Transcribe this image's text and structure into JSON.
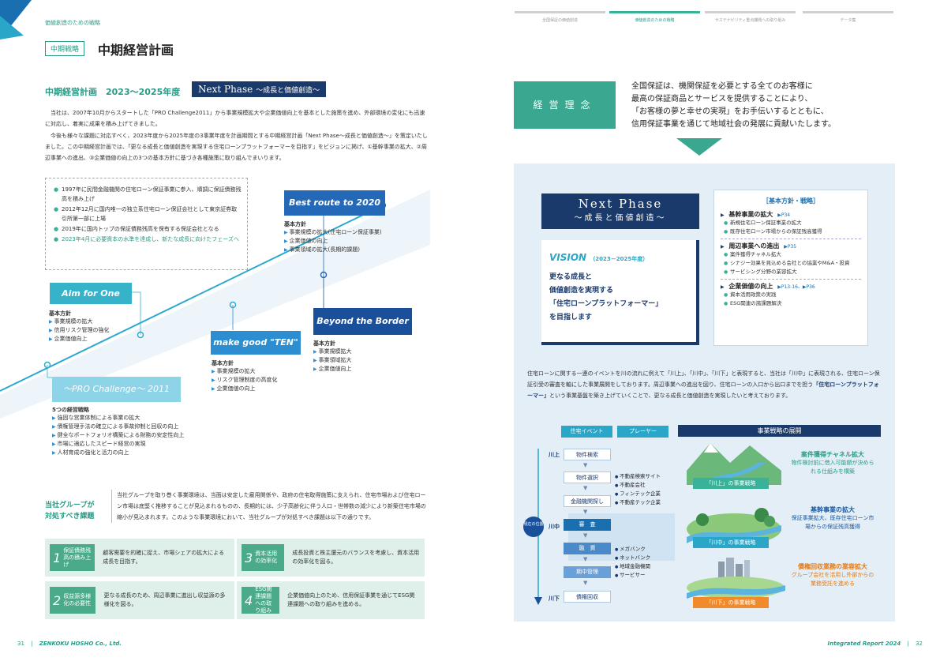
{
  "left": {
    "section_label": "価値創造のための戦略",
    "header_tag": "中期戦略",
    "header_title": "中期経営計画",
    "plan_heading": "中期経営計画　2023～2025年度",
    "next_phase_main": "Next Phase",
    "next_phase_sub": "～成長と価値創造～",
    "para1": "当社は、2007年10月からスタートした「PRO Challenge2011」から事業規模拡大や企業価値向上を基本とした施策を進め、外部環境の変化にも迅速に対応し、着実に成果を積み上げてきました。",
    "para2": "今後も様々な課題に対応すべく、2023年度から2025年度の3事業年度を計画期間とする中期経営計画「Next Phase～成長と価値創造～」を策定いたしました。この中期経営計画では、「更なる成長と価値創造を実現する住宅ローンプラットフォーマーを目指す」をビジョンに掲げ、①基幹事業の拡大、②周辺事業への進出、③企業価値の向上の3つの基本方針に基づき各種施策に取り組んでまいります。",
    "history": [
      {
        "text": "1997年に民間金融機関の住宅ローン保証事業に参入、順調に保証債務残高を積み上げ",
        "highlight": false
      },
      {
        "text": "2012年12月に国内唯一の独立系住宅ローン保証会社として東京証券取引所第一部に上場",
        "highlight": false
      },
      {
        "text": "2019年に国内トップの保証債務残高を保有する保証会社となる",
        "highlight": false
      },
      {
        "text": "2023年4月に必要資本の水準を達成し、新たな成長に向けたフェーズへ",
        "highlight": true
      }
    ],
    "phases": {
      "aim": {
        "label": "Aim for One",
        "policy_head": "基本方針",
        "items": [
          "事業規模の拡大",
          "信用リスク管理の強化",
          "企業価値向上"
        ]
      },
      "ten": {
        "label": "make good \"TEN\"",
        "policy_head": "基本方針",
        "items": [
          "事業規模の拡大",
          "リスク管理制度の高度化",
          "企業価値の向上"
        ]
      },
      "best": {
        "label": "Best route to 2020",
        "policy_head": "基本方針",
        "items": [
          "事業規模の拡大(住宅ローン保証事業)",
          "企業価値の向上",
          "事業領域の拡大(長期的課題)"
        ]
      },
      "border": {
        "label": "Beyond the Border",
        "policy_head": "基本方針",
        "items": [
          "事業規模拡大",
          "事業領域拡大",
          "企業価値向上"
        ]
      },
      "pro": {
        "label": "～PRO Challenge～ 2011",
        "policy_head": "5つの経営戦略",
        "items": [
          "強固な営業体制による事業の拡大",
          "債権管理手法の確立による事故抑制と回収の向上",
          "健全なポートフォリオ構築による財務の安定性向上",
          "市場に適応したスピード経営の実現",
          "人材育成の強化と活力の向上"
        ]
      }
    },
    "issues_heading": "当社グループが対処すべき課題",
    "issues_para": "当社グループを取り巻く事業環境は、当面は安定した雇用関係や、政府の住宅取得施策に支えられ、住宅市場および住宅ローン市場は底堅く推移することが見込まれるものの、長期的には、少子高齢化に伴う人口・世帯数の減少により新築住宅市場の縮小が見込まれます。このような事業環境において、当社グループが対処すべき課題は以下の通りです。",
    "issues": [
      {
        "num": "1",
        "name": "保証債務残高の積み上げ",
        "desc": "顧客需要を的確に捉え、市場シェアの拡大による成長を目指す。"
      },
      {
        "num": "2",
        "name": "収益源多様化の必要性",
        "desc": "更なる成長のため、周辺事業に進出し収益源の多様化を図る。"
      },
      {
        "num": "3",
        "name": "資本活用の効率化",
        "desc": "成長投資と株主還元のバランスを考慮し、資本活用の効率化を図る。"
      },
      {
        "num": "4",
        "name": "ESG関連課題への取り組み",
        "desc": "企業価値向上のため、信用保証事業を通じてESG関連課題への取り組みを進める。"
      }
    ],
    "footer_page": "31",
    "footer_brand": "ZENKOKU HOSHO Co., Ltd."
  },
  "right": {
    "tabs": [
      {
        "label": "全国保証の価値創造",
        "active": false
      },
      {
        "label": "価値創造のための戦略",
        "active": true
      },
      {
        "label": "サステナビリティ重点課題への取り組み",
        "active": false
      },
      {
        "label": "データ集",
        "active": false
      }
    ],
    "philosophy_label": "経営理念",
    "philosophy_text": [
      "全国保証は、機関保証を必要とする全てのお客様に",
      "最高の保証商品とサービスを提供することにより、",
      "「お客様の夢と幸せの実現」をお手伝いするとともに、",
      "信用保証事業を通じて地域社会の発展に貢献いたします。"
    ],
    "np_main": "Next Phase",
    "np_sub": "～成長と価値創造～",
    "vision_title": "VISION",
    "vision_years": "（2023－2025年度）",
    "vision_lines": [
      "更なる成長と",
      "価値創造を実現する",
      "「住宅ローンプラットフォーマー」",
      "を目指します"
    ],
    "strategy_title": "［基本方針・戦略］",
    "strategies": [
      {
        "head": "基幹事業の拡大",
        "ref": "▶P34",
        "items": [
          "新規住宅ローン保証事業の拡大",
          "既存住宅ローン市場からの保証残高獲得"
        ]
      },
      {
        "head": "周辺事業への進出",
        "ref": "▶P35",
        "items": [
          "案件獲得チャネル拡大",
          "シナジー効果を見込める会社との協業やM&A・投資",
          "サービシング分野の業容拡大"
        ]
      },
      {
        "head": "企業価値の向上",
        "ref": "▶P13-16、▶P36",
        "items": [
          "資本活用政策の実践",
          "ESG関連の諸課題解決"
        ]
      }
    ],
    "river_para_a": "住宅ローンに関する一連のイベントを川の流れに例えて「川上」、「川中」、「川下」と表現すると、当社は「川中」に表現される、住宅ローン保証引受の審査を軸にした事業展開をしております。周辺事業への進出を図り、住宅ローンの入口から出口までを担う",
    "river_para_hl": "「住宅ローンプラットフォーマー」",
    "river_para_b": "という事業基盤を築き上げていくことで、更なる成長と価値創造を実現したいと考えております。",
    "flow_hdr_event": "住宅イベント",
    "flow_hdr_player": "プレーヤー",
    "river_upper": "川上",
    "river_middle": "川中",
    "river_lower": "川下",
    "current_pos": "現在の位置",
    "steps": [
      "物件検索",
      "物件選択",
      "金融機関探し",
      "審　査",
      "融　資",
      "期中管理",
      "債権回収"
    ],
    "players_upper": [
      "不動産検索サイト",
      "不動産会社",
      "フィンテック企業",
      "不動産テック企業"
    ],
    "players_lower": [
      "メガバンク",
      "ネットバンク",
      "地域金融機関",
      "サービサー"
    ],
    "expansion_hdr": "事業戦略の展開",
    "land_upper": "「川上」の事業戦略",
    "land_middle": "「川中」の事業戦略",
    "land_lower": "「川下」の事業戦略",
    "exp1_title": "案件獲得チャネル拡大",
    "exp1_desc": "物件検討前に借入可能額が決められる仕組みを構築",
    "exp2_title": "基幹事業の拡大",
    "exp2_desc": "保証事業拡大、既存住宅ローン市場からの保証残高獲得",
    "exp3_title": "債権回収業務の業容拡大",
    "exp3_desc": "グループ会社を活用し外部からの業務受託を進める",
    "footer_report": "Integrated Report 2024",
    "footer_page": "32"
  },
  "colors": {
    "teal": "#2a9a85",
    "navy": "#1a3a6b",
    "blue": "#2c8ed0"
  }
}
